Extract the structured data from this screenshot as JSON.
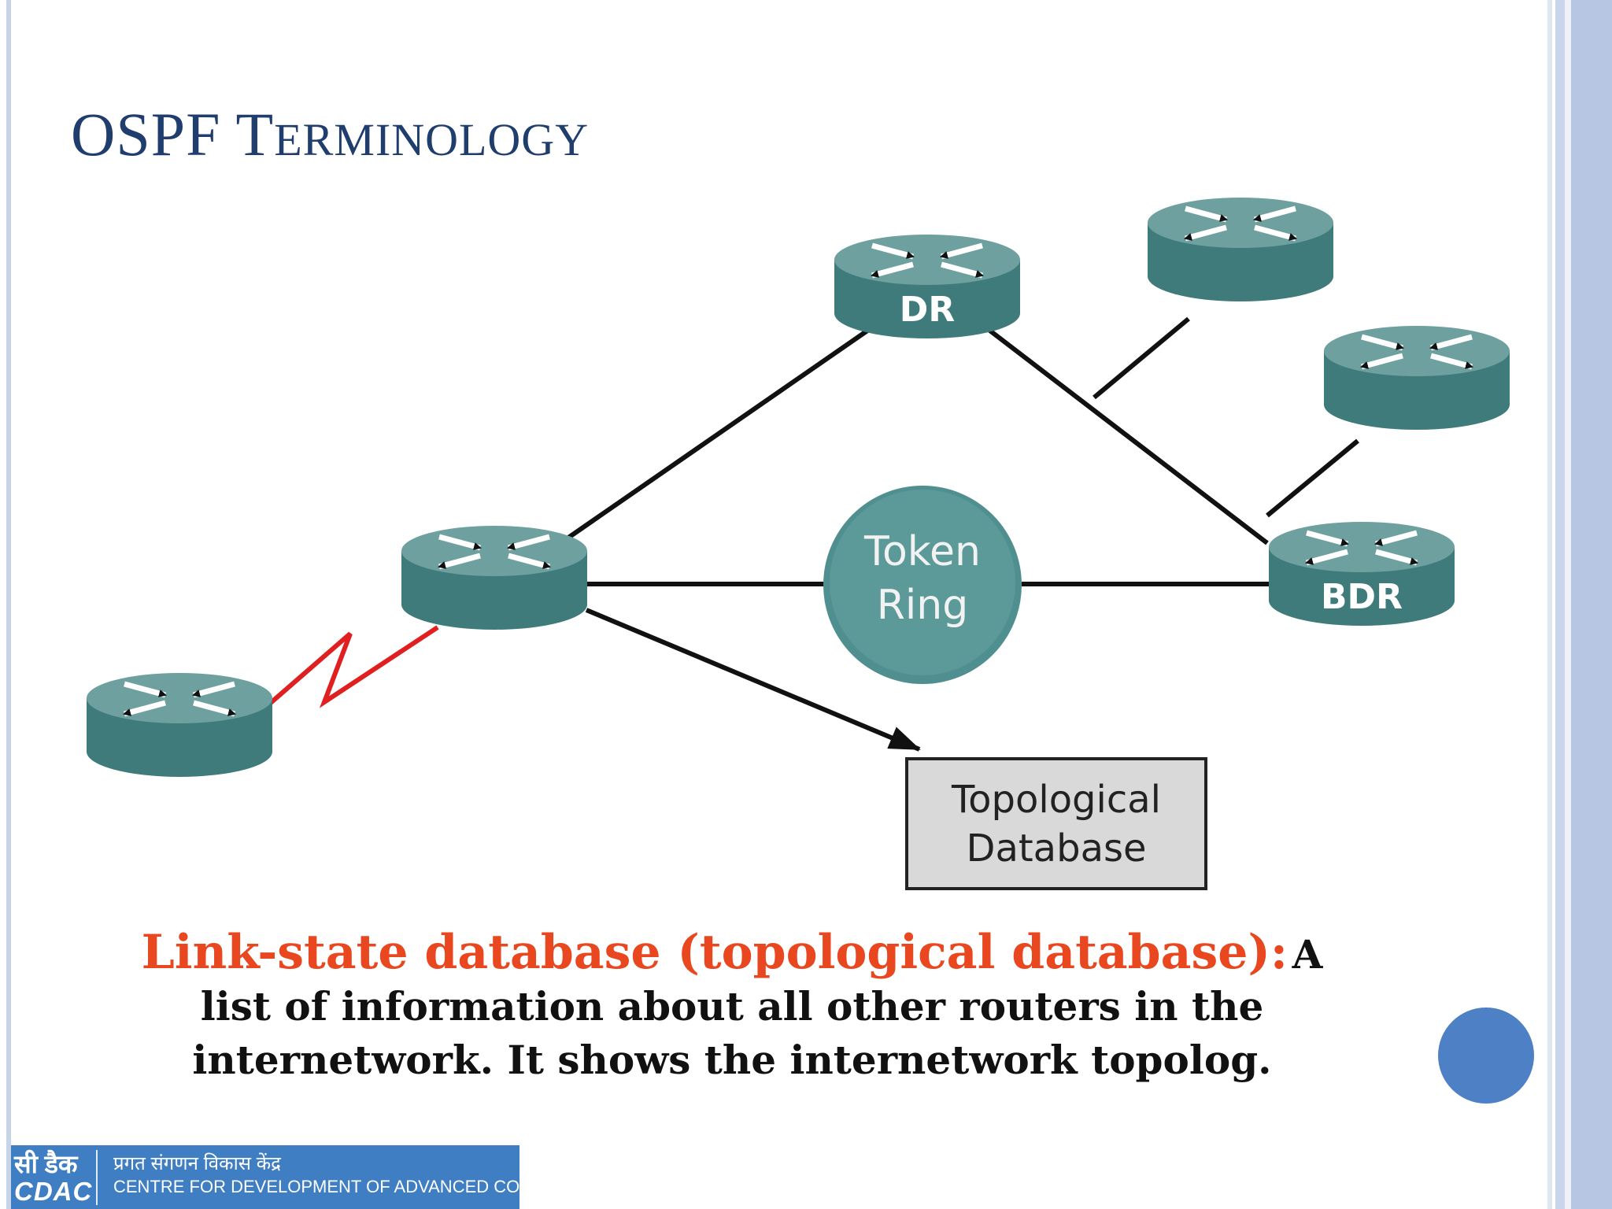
{
  "slide": {
    "title_initial": "OSPF T",
    "title_rest": "ERMINOLOGY"
  },
  "diagram": {
    "routers": [
      {
        "id": "dr",
        "label": "DR"
      },
      {
        "id": "r-top-right",
        "label": ""
      },
      {
        "id": "r-right",
        "label": ""
      },
      {
        "id": "r-center",
        "label": ""
      },
      {
        "id": "bdr",
        "label": "BDR"
      },
      {
        "id": "r-bottom-left",
        "label": ""
      }
    ],
    "token_ring": {
      "line1": "Token",
      "line2": "Ring"
    },
    "database_box": {
      "line1": "Topological",
      "line2": "Database"
    },
    "colors": {
      "router_body": "#3f7b7b",
      "router_top": "#6ea0a0",
      "link": "#111111",
      "serial_link": "#e02020",
      "box_fill": "#d9d9d9"
    }
  },
  "caption": {
    "term": "Link-state database (topological database):",
    "first_word": "A",
    "line2": "list of information about all other routers in the",
    "line3": "internetwork. It shows the internetwork topolog."
  },
  "footer": {
    "logo_hindi": "सी डैक",
    "logo_en": "CDAC",
    "org_hindi": "प्रगत संगणन विकास केंद्र",
    "org_en": "CENTRE FOR DEVELOPMENT OF ADVANCED COMPUTING"
  }
}
